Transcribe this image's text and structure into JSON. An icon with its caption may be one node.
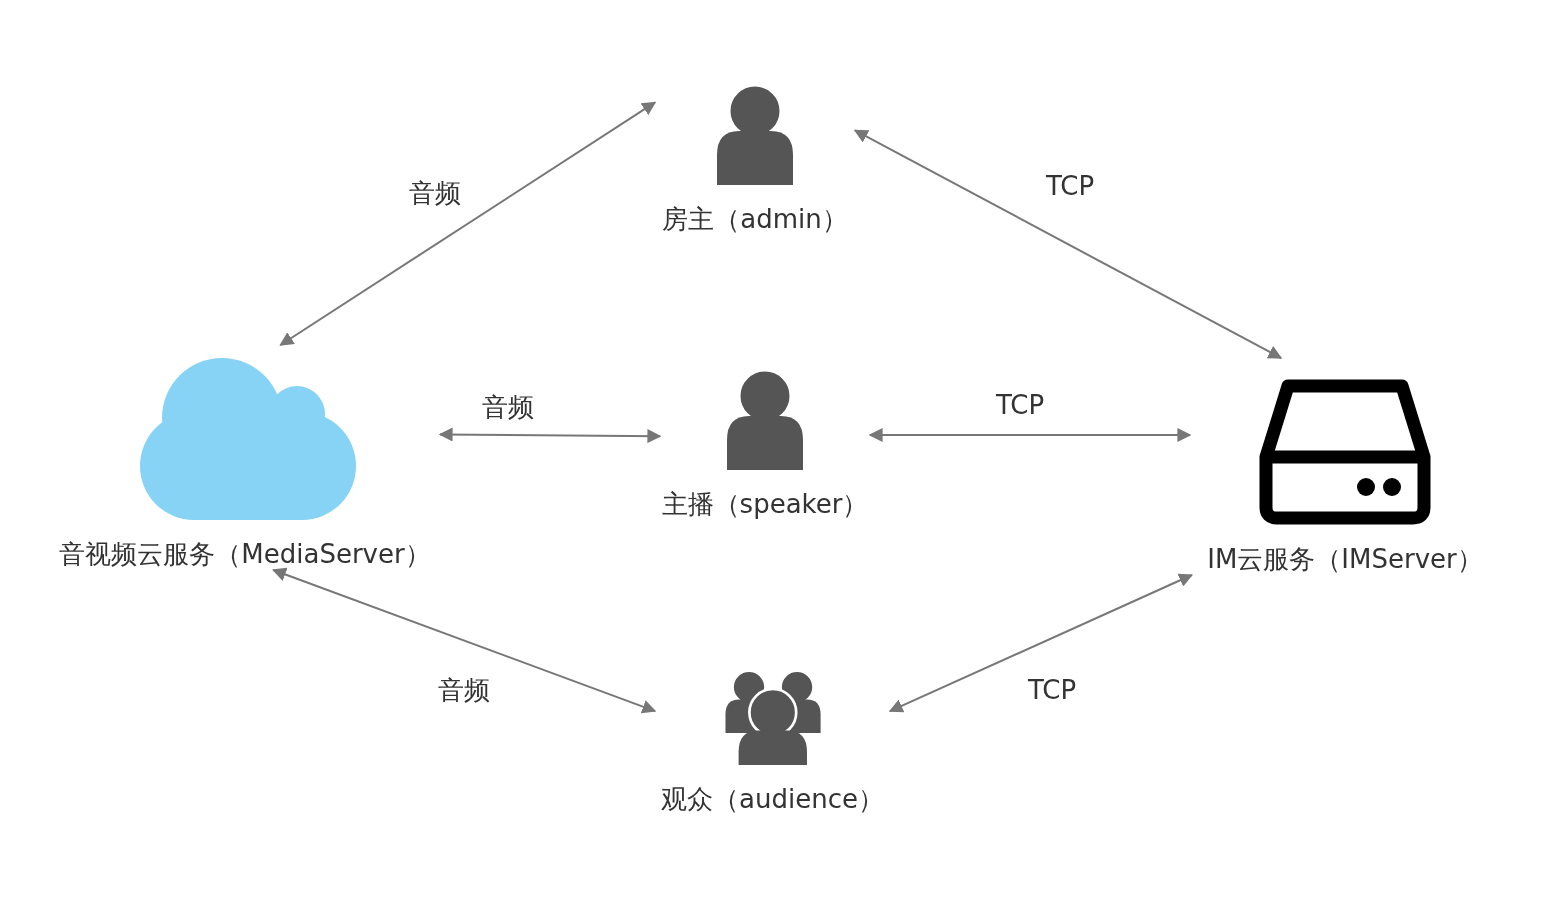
{
  "diagram": {
    "nodes": [
      {
        "text": [
          "房主（admin）"
        ]
      },
      {
        "text": [
          "音视频云服务（MediaServer）"
        ]
      },
      {
        "text": [
          "主播（speaker）"
        ]
      },
      {
        "text": [
          "IM云服务（IMServer）"
        ]
      },
      {
        "text": [
          "观众（audience）"
        ]
      }
    ],
    "edges": [
      {
        "from": 1,
        "to": 0,
        "arrow": "both",
        "label": "音频"
      },
      {
        "from": 0,
        "to": 3,
        "arrow": "both",
        "label": "TCP"
      },
      {
        "from": 1,
        "to": 2,
        "arrow": "both",
        "label": "音频"
      },
      {
        "from": 2,
        "to": 3,
        "arrow": "both",
        "label": "TCP"
      },
      {
        "from": 1,
        "to": 4,
        "arrow": "both",
        "label": "音频"
      },
      {
        "from": 4,
        "to": 3,
        "arrow": "both",
        "label": "TCP"
      }
    ]
  }
}
